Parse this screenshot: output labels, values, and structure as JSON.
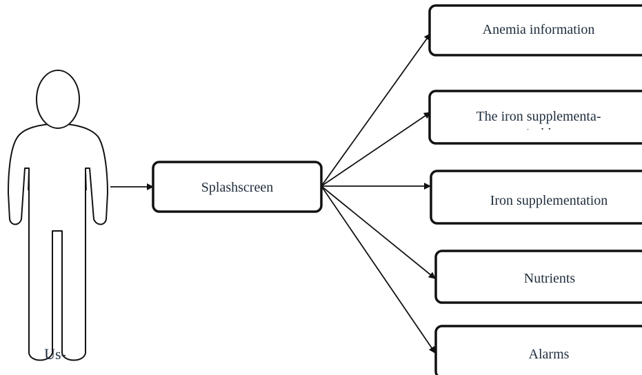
{
  "actor": {
    "label": "Us-"
  },
  "hub": {
    "label": "Splashscreen"
  },
  "targets": [
    {
      "label": "Anemia information"
    },
    {
      "label": "The iron supplementa-"
    },
    {
      "label": "Iron supplementation"
    },
    {
      "label": "Nutrients"
    },
    {
      "label": "Alarms"
    }
  ],
  "colors": {
    "stroke": "#111111",
    "text": "#1f2d3d",
    "background": "#ffffff"
  }
}
